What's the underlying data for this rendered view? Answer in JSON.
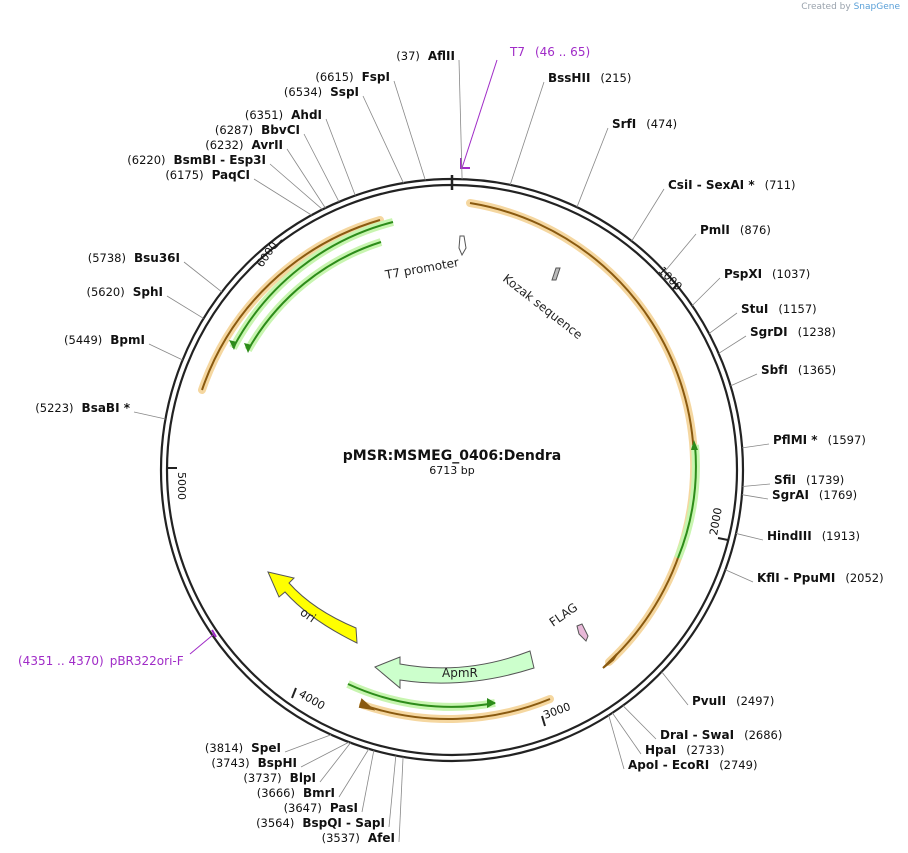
{
  "credit": {
    "prefix": "Created by",
    "brand": "SnapGene"
  },
  "plasmid": {
    "name": "pMSR:MSMEG_0406:Dendra",
    "length_label": "6713 bp",
    "length": 6713
  },
  "ticks": [
    {
      "label": "1000",
      "bp": 1000
    },
    {
      "label": "2000",
      "bp": 2000
    },
    {
      "label": "3000",
      "bp": 3000
    },
    {
      "label": "4000",
      "bp": 4000
    },
    {
      "label": "5000",
      "bp": 5000
    },
    {
      "label": "6000",
      "bp": 6000
    }
  ],
  "enzymes": [
    {
      "name": "AflII",
      "pos": "(37)",
      "side": "left"
    },
    {
      "name": "BssHII",
      "pos": "(215)",
      "side": "right"
    },
    {
      "name": "SrfI",
      "pos": "(474)",
      "side": "right"
    },
    {
      "name": "CsiI  - SexAI *",
      "pos": "(711)",
      "side": "right"
    },
    {
      "name": "PmlI",
      "pos": "(876)",
      "side": "right"
    },
    {
      "name": "PspXI",
      "pos": "(1037)",
      "side": "right"
    },
    {
      "name": "StuI",
      "pos": "(1157)",
      "side": "right"
    },
    {
      "name": "SgrDI",
      "pos": "(1238)",
      "side": "right"
    },
    {
      "name": "SbfI",
      "pos": "(1365)",
      "side": "right"
    },
    {
      "name": "PflMI *",
      "pos": "(1597)",
      "side": "right"
    },
    {
      "name": "SfiI",
      "pos": "(1739)",
      "side": "right"
    },
    {
      "name": "SgrAI",
      "pos": "(1769)",
      "side": "right"
    },
    {
      "name": "HindIII",
      "pos": "(1913)",
      "side": "right"
    },
    {
      "name": "KflI  - PpuMI",
      "pos": "(2052)",
      "side": "right"
    },
    {
      "name": "PvuII",
      "pos": "(2497)",
      "side": "right"
    },
    {
      "name": "DraI  - SwaI",
      "pos": "(2686)",
      "side": "right"
    },
    {
      "name": "HpaI",
      "pos": "(2733)",
      "side": "right"
    },
    {
      "name": "ApoI  - EcoRI",
      "pos": "(2749)",
      "side": "right"
    },
    {
      "name": "AfeI",
      "pos": "(3537)",
      "side": "left"
    },
    {
      "name": "BspQI  - SapI",
      "pos": "(3564)",
      "side": "left"
    },
    {
      "name": "PasI",
      "pos": "(3647)",
      "side": "left"
    },
    {
      "name": "BmrI",
      "pos": "(3666)",
      "side": "left"
    },
    {
      "name": "BlpI",
      "pos": "(3737)",
      "side": "left"
    },
    {
      "name": "BspHI",
      "pos": "(3743)",
      "side": "left"
    },
    {
      "name": "SpeI",
      "pos": "(3814)",
      "side": "left"
    },
    {
      "name": "BsaBI *",
      "pos": "(5223)",
      "side": "left"
    },
    {
      "name": "BpmI",
      "pos": "(5449)",
      "side": "left"
    },
    {
      "name": "SphI",
      "pos": "(5620)",
      "side": "left"
    },
    {
      "name": "Bsu36I",
      "pos": "(5738)",
      "side": "left"
    },
    {
      "name": "PaqCI",
      "pos": "(6175)",
      "side": "left"
    },
    {
      "name": "BsmBI  - Esp3I",
      "pos": "(6220)",
      "side": "left"
    },
    {
      "name": "AvrII",
      "pos": "(6232)",
      "side": "left"
    },
    {
      "name": "BbvCI",
      "pos": "(6287)",
      "side": "left"
    },
    {
      "name": "AhdI",
      "pos": "(6351)",
      "side": "left"
    },
    {
      "name": "SspI",
      "pos": "(6534)",
      "side": "left"
    },
    {
      "name": "FspI",
      "pos": "(6615)",
      "side": "left"
    }
  ],
  "primers": [
    {
      "name": "T7",
      "range": "(46 .. 65)"
    },
    {
      "name": "pBR322ori-F",
      "range": "(4351 .. 4370)"
    }
  ],
  "features": [
    {
      "name": "T7 promoter",
      "color": "#ffffff"
    },
    {
      "name": "Kozak sequence",
      "color": "#bbbbbb"
    },
    {
      "name": "FLAG",
      "color": "#e8b8d8"
    },
    {
      "name": "ApmR",
      "color": "#ccffcc"
    },
    {
      "name": "ori",
      "color": "#ffff00"
    }
  ],
  "colors": {
    "orf": "#e8a840",
    "gene": "#2d8c1a",
    "gene_halo": "#b8f0a0",
    "primer": "#a02cc7",
    "backbone": "#222222"
  }
}
